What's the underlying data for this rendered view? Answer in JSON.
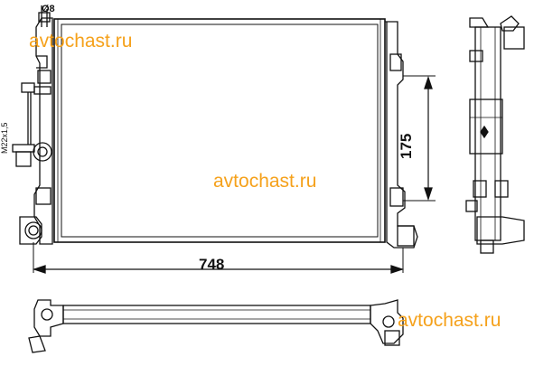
{
  "watermark": "avtochast.ru",
  "dimensions": {
    "width": "748",
    "height": "175",
    "diameter": "Ø8",
    "thread": "M22x1,5"
  },
  "views": [
    "front-view",
    "side-view",
    "bottom-view"
  ]
}
